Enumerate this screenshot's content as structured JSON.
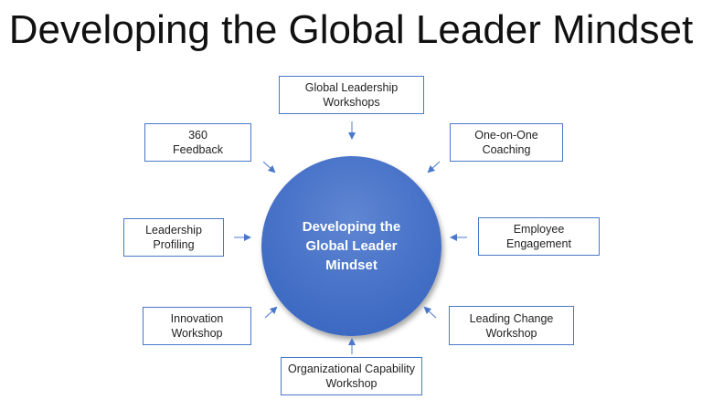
{
  "title": "Developing the Global Leader Mindset",
  "center": {
    "label": "Developing the\nGlobal Leader\nMindset",
    "color": "#4472c4"
  },
  "accent_color": "#4a78c8",
  "nodes": [
    {
      "id": "global-leadership-workshops",
      "label": "Global Leadership\nWorkshops"
    },
    {
      "id": "one-on-one-coaching",
      "label": "One-on-One\nCoaching"
    },
    {
      "id": "employee-engagement",
      "label": "Employee\nEngagement"
    },
    {
      "id": "leading-change-workshop",
      "label": "Leading Change\nWorkshop"
    },
    {
      "id": "organizational-capability-workshop",
      "label": "Organizational Capability\nWorkshop"
    },
    {
      "id": "innovation-workshop",
      "label": "Innovation\nWorkshop"
    },
    {
      "id": "leadership-profiling",
      "label": "Leadership\nProfiling"
    },
    {
      "id": "360-feedback",
      "label": "360\nFeedback"
    }
  ]
}
